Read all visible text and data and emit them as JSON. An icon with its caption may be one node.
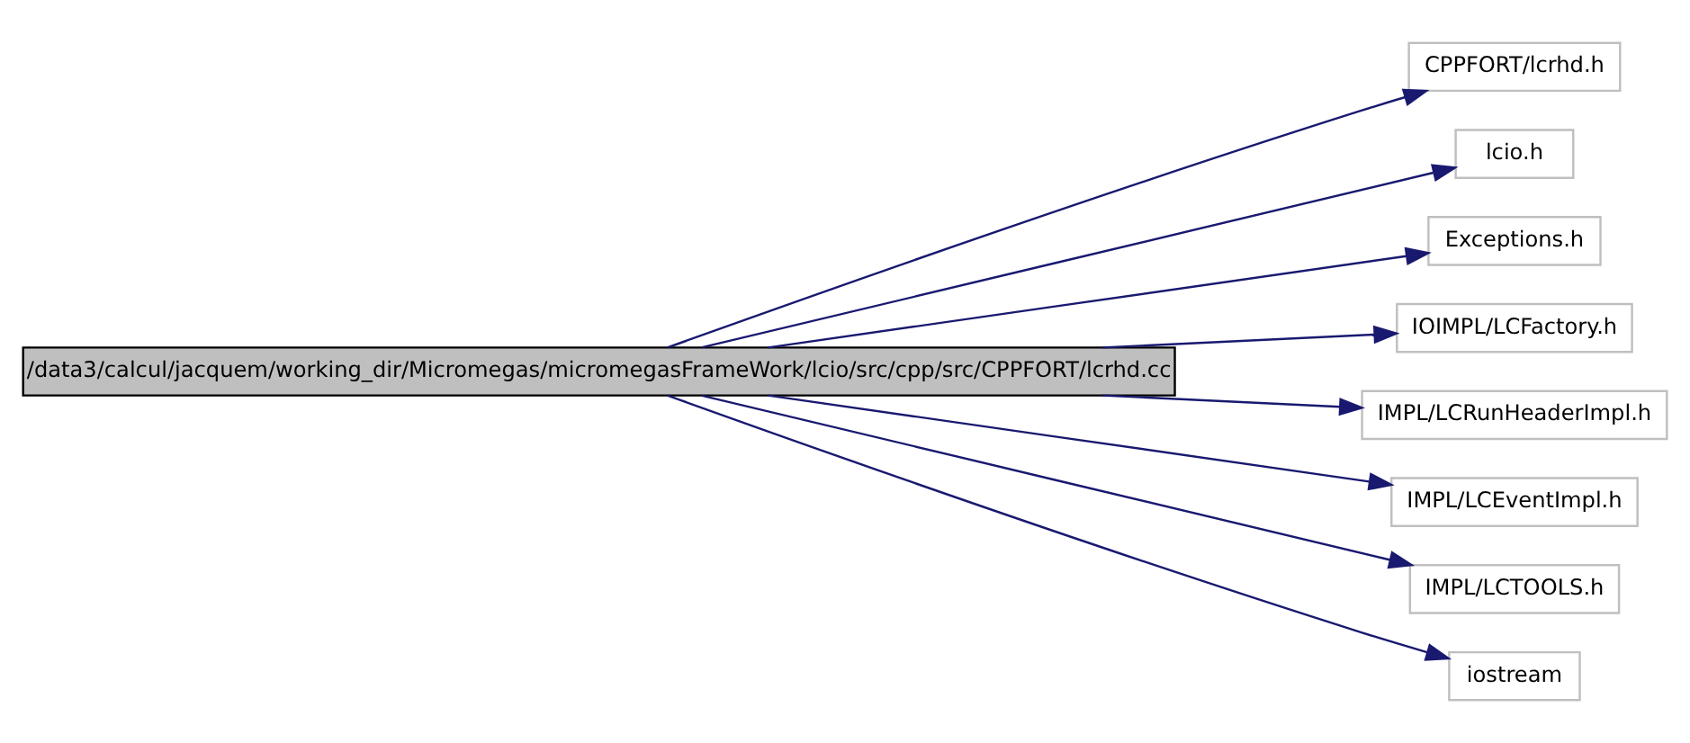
{
  "diagram": {
    "nodes": [
      {
        "text": [
          "/data3/calcul/jacquem/working_dir/Micromegas/micromegasFrameWork/lcio/src/cpp/src/CPPFORT/lcrhd.cc"
        ]
      },
      {
        "text": [
          "CPPFORT/lcrhd.h"
        ]
      },
      {
        "text": [
          "lcio.h"
        ]
      },
      {
        "text": [
          "Exceptions.h"
        ]
      },
      {
        "text": [
          "IOIMPL/LCFactory.h"
        ]
      },
      {
        "text": [
          "IMPL/LCRunHeaderImpl.h"
        ]
      },
      {
        "text": [
          "IMPL/LCEventImpl.h"
        ]
      },
      {
        "text": [
          "IMPL/LCTOOLS.h"
        ]
      },
      {
        "text": [
          "iostream"
        ]
      }
    ],
    "edges": [
      {
        "from": 0,
        "to": 1,
        "arrow": "to"
      },
      {
        "from": 0,
        "to": 2,
        "arrow": "to"
      },
      {
        "from": 0,
        "to": 3,
        "arrow": "to"
      },
      {
        "from": 0,
        "to": 4,
        "arrow": "to"
      },
      {
        "from": 0,
        "to": 5,
        "arrow": "to"
      },
      {
        "from": 0,
        "to": 6,
        "arrow": "to"
      },
      {
        "from": 0,
        "to": 7,
        "arrow": "to"
      },
      {
        "from": 0,
        "to": 8,
        "arrow": "to"
      }
    ]
  }
}
